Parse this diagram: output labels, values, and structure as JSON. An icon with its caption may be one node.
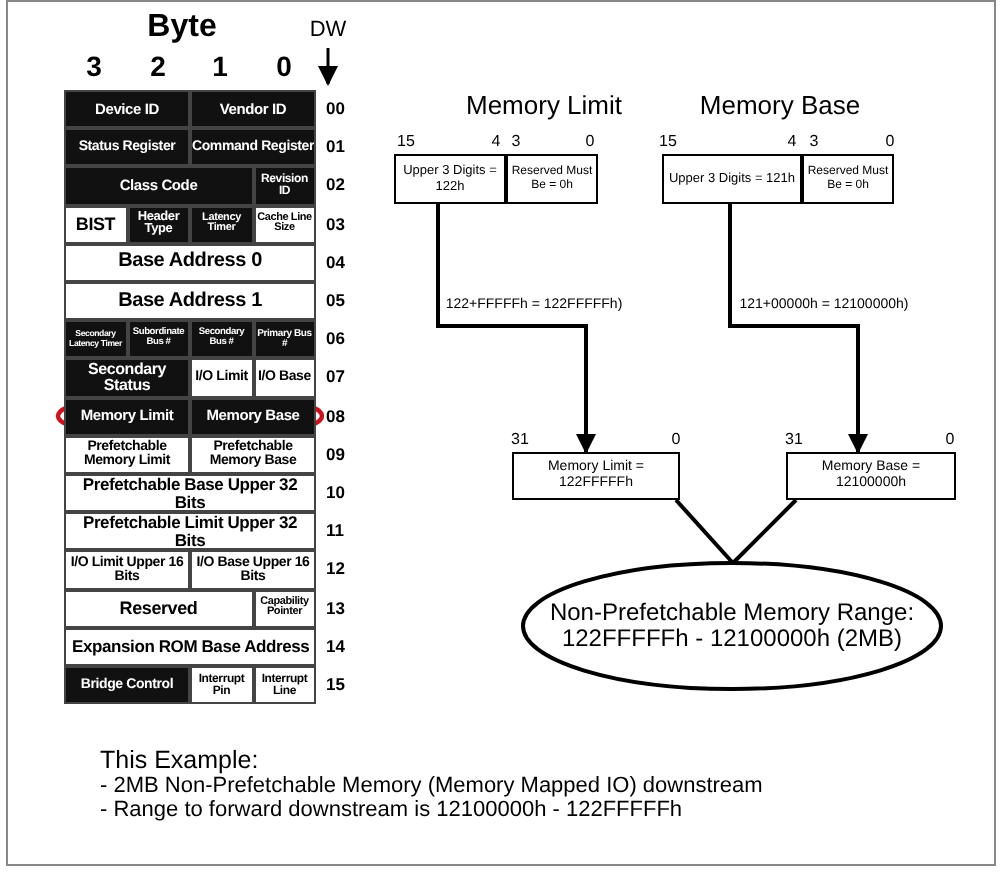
{
  "diagram": {
    "nodes": [
      {
        "text": [
          "Upper 3 Digits = 122h"
        ],
        "beside": [
          "15",
          "4"
        ]
      },
      {
        "text": [
          "Reserved Must Be = 0h"
        ],
        "beside": [
          "3",
          "0"
        ]
      },
      {
        "text": [
          "Upper 3 Digits = 121h"
        ],
        "beside": [
          "15",
          "4"
        ]
      },
      {
        "text": [
          "Reserved Must Be = 0h"
        ],
        "beside": [
          "3",
          "0"
        ]
      },
      {
        "text": [
          "Memory Limit = 122FFFFFh"
        ],
        "beside": [
          "31",
          "0"
        ]
      },
      {
        "text": [
          "Memory Base = 12100000h"
        ],
        "beside": [
          "31",
          "0"
        ]
      },
      {
        "text": [
          "Non-Prefetchable Memory Range: 122FFFFFh - 12100000h (2MB)"
        ]
      }
    ],
    "edges": [
      {
        "from": 0,
        "to": 4,
        "arrow": "to",
        "label": "122+FFFFFh = 122FFFFFh)"
      },
      {
        "from": 2,
        "to": 5,
        "arrow": "to",
        "label": "121+00000h = 12100000h)"
      },
      {
        "from": 4,
        "to": 6,
        "arrow": "none"
      },
      {
        "from": 5,
        "to": 6,
        "arrow": "none"
      }
    ],
    "labels": [
      "Byte",
      "3",
      "2",
      "1",
      "0",
      "DW",
      "Device ID",
      "Vendor ID",
      "00",
      "Status Register",
      "Command Register",
      "01",
      "Class Code",
      "Revision ID",
      "02",
      "BIST",
      "Header Type",
      "Latency Timer",
      "Cache Line Size",
      "03",
      "Base Address 0",
      "04",
      "Base Address 1",
      "05",
      "Secondary Latency Timer",
      "Subordinate Bus #",
      "Secondary Bus #",
      "Primary Bus #",
      "06",
      "Secondary Status",
      "I/O Limit",
      "I/O Base",
      "07",
      "Memory Limit",
      "Memory Base",
      "08",
      "Prefetchable Memory Limit",
      "Prefetchable Memory Base",
      "09",
      "Prefetchable Base Upper 32 Bits",
      "10",
      "Prefetchable Limit Upper 32 Bits",
      "11",
      "I/O Limit Upper 16 Bits",
      "I/O Base Upper 16 Bits",
      "12",
      "Reserved",
      "Capability Pointer",
      "13",
      "Expansion ROM Base Address",
      "14",
      "Bridge Control",
      "Interrupt Pin",
      "Interrupt Line",
      "15",
      "Memory Limit",
      "Memory Base",
      "This Example:",
      "- 2MB Non-Prefetchable Memory (Memory Mapped IO) downstream",
      "- Range to forward downstream is 12100000h - 122FFFFFh"
    ]
  }
}
